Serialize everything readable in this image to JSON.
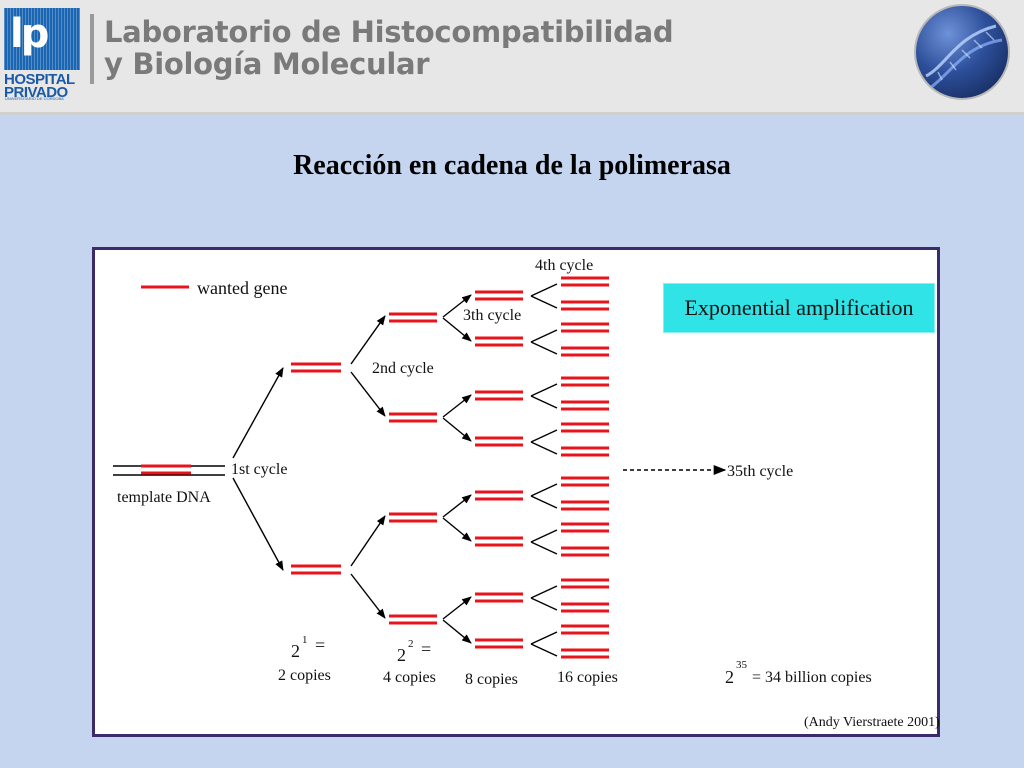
{
  "header": {
    "logo_mark": "lp",
    "logo_line1": "HOSPITAL",
    "logo_line2": "PRIVADO",
    "logo_line3": "UNIVERSITARIO DE CÓRDOBA",
    "title_line1": "Laboratorio de Histocompatibilidad",
    "title_line2": "y Biología Molecular"
  },
  "slide": {
    "title": "Reacción en cadena de la polimerasa"
  },
  "figure": {
    "legend": "wanted gene",
    "amplification": "Exponential amplification",
    "template": "template DNA",
    "cycles": {
      "c1": "1st cycle",
      "c2": "2nd cycle",
      "c3": "3th cycle",
      "c4": "4th cycle",
      "c35": "35th cycle"
    },
    "counts": {
      "c1": {
        "base": "2",
        "exp": "1",
        "eq": "=",
        "copies": "2 copies"
      },
      "c2": {
        "base": "2",
        "exp": "2",
        "eq": "=",
        "copies": "4 copies"
      },
      "c3": {
        "copies": "8 copies"
      },
      "c4": {
        "copies": "16 copies"
      },
      "c35": {
        "base": "2",
        "exp": "35",
        "rest": "= 34 billion copies"
      }
    },
    "credit": "(Andy Vierstraete 2001)",
    "colors": {
      "gene": "#e8141c",
      "strand": "#000000",
      "box": "#2fe3e6"
    }
  }
}
